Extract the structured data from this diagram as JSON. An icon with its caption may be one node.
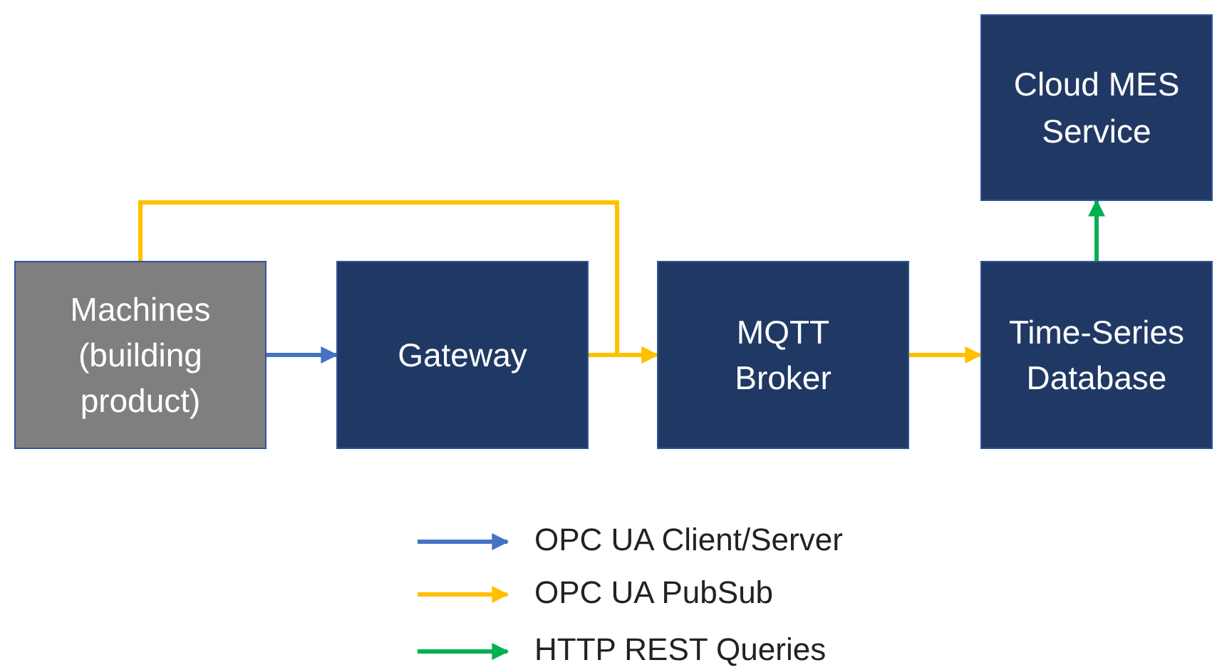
{
  "diagram": {
    "nodes": [
      {
        "text": [
          "Machines (building product)"
        ]
      },
      {
        "text": [
          "Gateway"
        ]
      },
      {
        "text": [
          "MQTT Broker"
        ]
      },
      {
        "text": [
          "Time-Series Database"
        ]
      },
      {
        "text": [
          "Cloud MES Service"
        ]
      }
    ],
    "edges": [
      {
        "from": 0,
        "to": 1,
        "arrow": "to",
        "color": "#4472c4"
      },
      {
        "from": 0,
        "to": 2,
        "arrow": "to"
      },
      {
        "from": 1,
        "to": 2,
        "arrow": "to"
      },
      {
        "from": 2,
        "to": 3,
        "arrow": "to"
      },
      {
        "from": 3,
        "to": 4,
        "arrow": "to",
        "color": "#00b050"
      }
    ],
    "legend": [
      {
        "text": "OPC UA Client/Server"
      },
      {
        "text": "OPC UA PubSub"
      },
      {
        "text": "HTTP REST Queries"
      }
    ]
  }
}
